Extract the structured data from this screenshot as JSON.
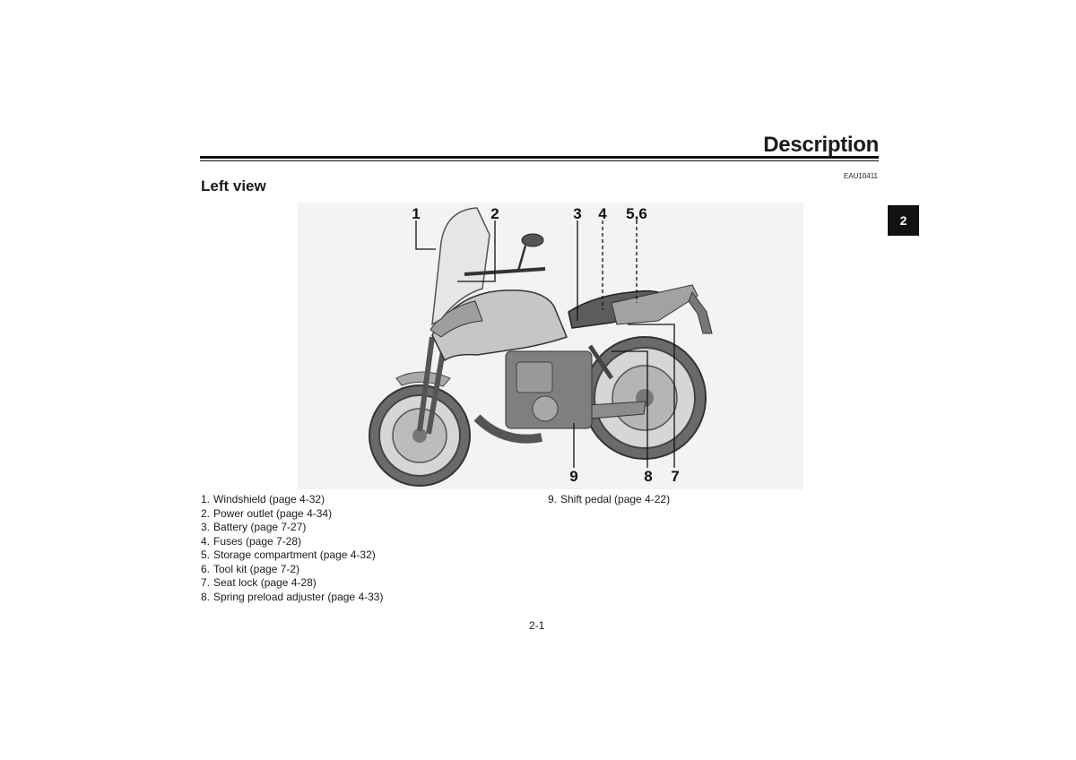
{
  "header": {
    "title": "Description"
  },
  "doc_code": "EAU10411",
  "section": {
    "heading": "Left view"
  },
  "chapter_tab": "2",
  "figure": {
    "callouts": [
      "1",
      "2",
      "3",
      "4",
      "5,6",
      "9",
      "8",
      "7"
    ]
  },
  "legend": {
    "left": [
      {
        "num": "1.",
        "text": "Windshield (page 4-32)"
      },
      {
        "num": "2.",
        "text": "Power outlet (page 4-34)"
      },
      {
        "num": "3.",
        "text": "Battery (page 7-27)"
      },
      {
        "num": "4.",
        "text": "Fuses (page 7-28)"
      },
      {
        "num": "5.",
        "text": "Storage compartment (page 4-32)"
      },
      {
        "num": "6.",
        "text": "Tool kit (page 7-2)"
      },
      {
        "num": "7.",
        "text": "Seat lock (page 4-28)"
      },
      {
        "num": "8.",
        "text": "Spring preload adjuster (page 4-33)"
      }
    ],
    "right": [
      {
        "num": "9.",
        "text": "Shift pedal (page 4-22)"
      }
    ]
  },
  "page_number": "2-1"
}
